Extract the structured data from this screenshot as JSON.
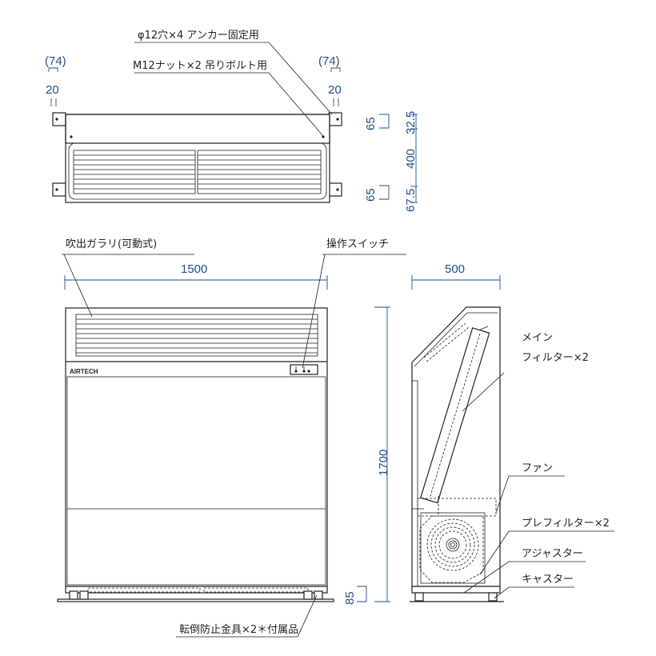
{
  "labels": {
    "anchor_hole": "φ12穴×4 アンカー固定用",
    "nut_bolt": "M12ナット×2 吊りボルト用",
    "louver": "吹出ガラリ(可動式)",
    "switch": "操作スイッチ",
    "main_filter_1": "メイン",
    "main_filter_2": "フィルター×2",
    "fan": "ファン",
    "prefilter": "プレフィルター×2",
    "adjuster": "アジャスター",
    "caster": "キャスター",
    "anti_tip": "転倒防止金具×2＊付属品",
    "brand": "AIRTECH"
  },
  "dimensions": {
    "left_bracket_ref": "(74)",
    "left_bracket": "20",
    "right_bracket_ref": "(74)",
    "right_bracket": "20",
    "top_offset": "65",
    "bottom_offset": "65",
    "upper_gap": "32.5",
    "louver_height": "400",
    "lower_gap": "67.5",
    "width": "1500",
    "depth": "500",
    "height": "1700",
    "base_height": "85"
  }
}
